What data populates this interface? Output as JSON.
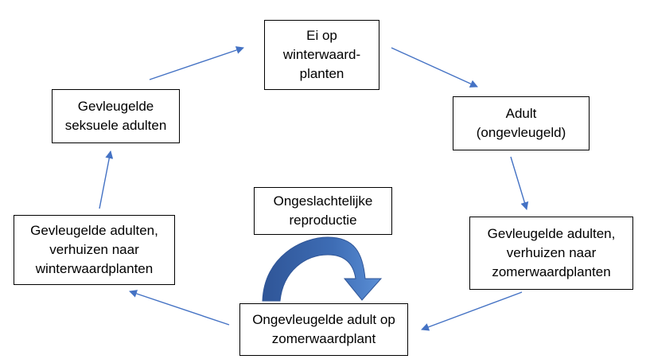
{
  "diagram": {
    "nodes": {
      "egg": "Ei op\nwinterwaard-\nplanten",
      "adult": "Adult\n(ongevleugeld)",
      "summer_migration": "Gevleugelde adulten,\nverhuizen naar\nzomerwaardplanten",
      "wingless_summer": "Ongevleugelde adult op\nzomerwaardplant",
      "winter_migration": "Gevleugelde adulten,\nverhuizen naar\nwinterwaardplanten",
      "sexual_adults": "Gevleugelde\nseksuele adulten",
      "asexual_reproduction": "Ongeslachtelijke\nreproductie"
    },
    "colors": {
      "arrow": "#4472C4",
      "curved_arrow_dark": "#2F5597",
      "curved_arrow_light": "#5B8FD6"
    }
  }
}
